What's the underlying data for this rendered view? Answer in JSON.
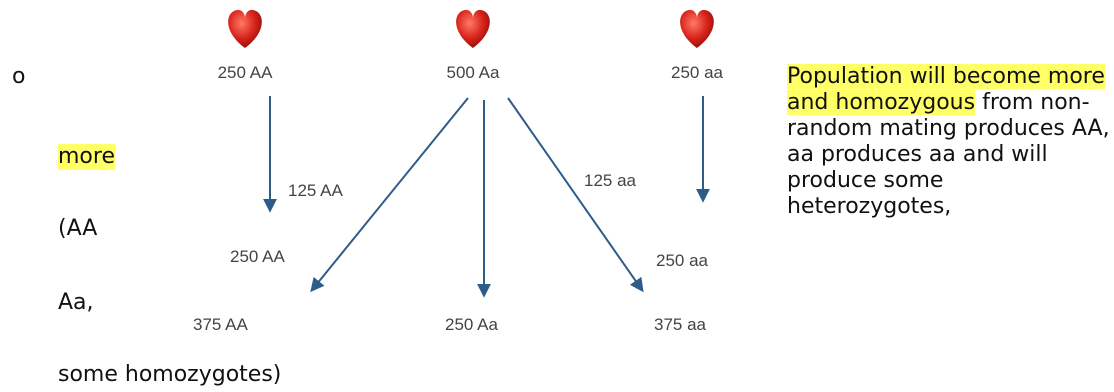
{
  "left_text": {
    "bullet": "o",
    "line1": "more",
    "line2": "(AA",
    "line3": "Aa,",
    "line4": "some homozygotes)"
  },
  "diagram": {
    "icon": "heart-icon",
    "heart_color": "#d9261c",
    "arrow_color": "#2e5c8a",
    "top": {
      "aa_dominant": "250 AA",
      "hetero": "500 Aa",
      "aa_recessive": "250 aa"
    },
    "arrow_labels": {
      "left": "125 AA",
      "right": "125 aa"
    },
    "mid": {
      "left": "250 AA",
      "right": "250 aa"
    },
    "bottom": {
      "left": "375 AA",
      "center": "250 Aa",
      "right": "375 aa"
    }
  },
  "right_text": {
    "highlight1": "Population will become more and homozygous",
    "rest": " from non-random mating produces AA, aa produces aa and will produce some heterozygotes,",
    "highlight_color": "#ffff66"
  }
}
